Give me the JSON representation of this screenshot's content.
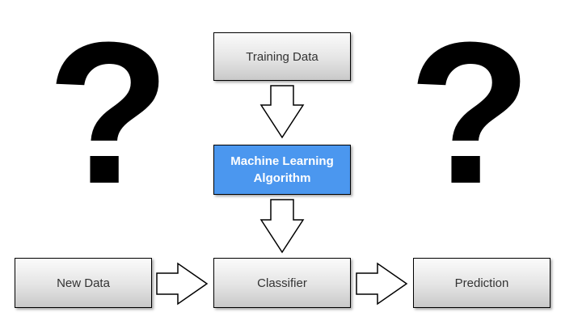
{
  "diagram": {
    "question_mark_left": "?",
    "question_mark_right": "?",
    "training_data": "Training Data",
    "algorithm": "Machine Learning Algorithm",
    "new_data": "New Data",
    "classifier": "Classifier",
    "prediction": "Prediction",
    "colors": {
      "algorithm_fill": "#4b97ef",
      "box_border": "#000000",
      "arrow_fill": "#ffffff"
    }
  }
}
